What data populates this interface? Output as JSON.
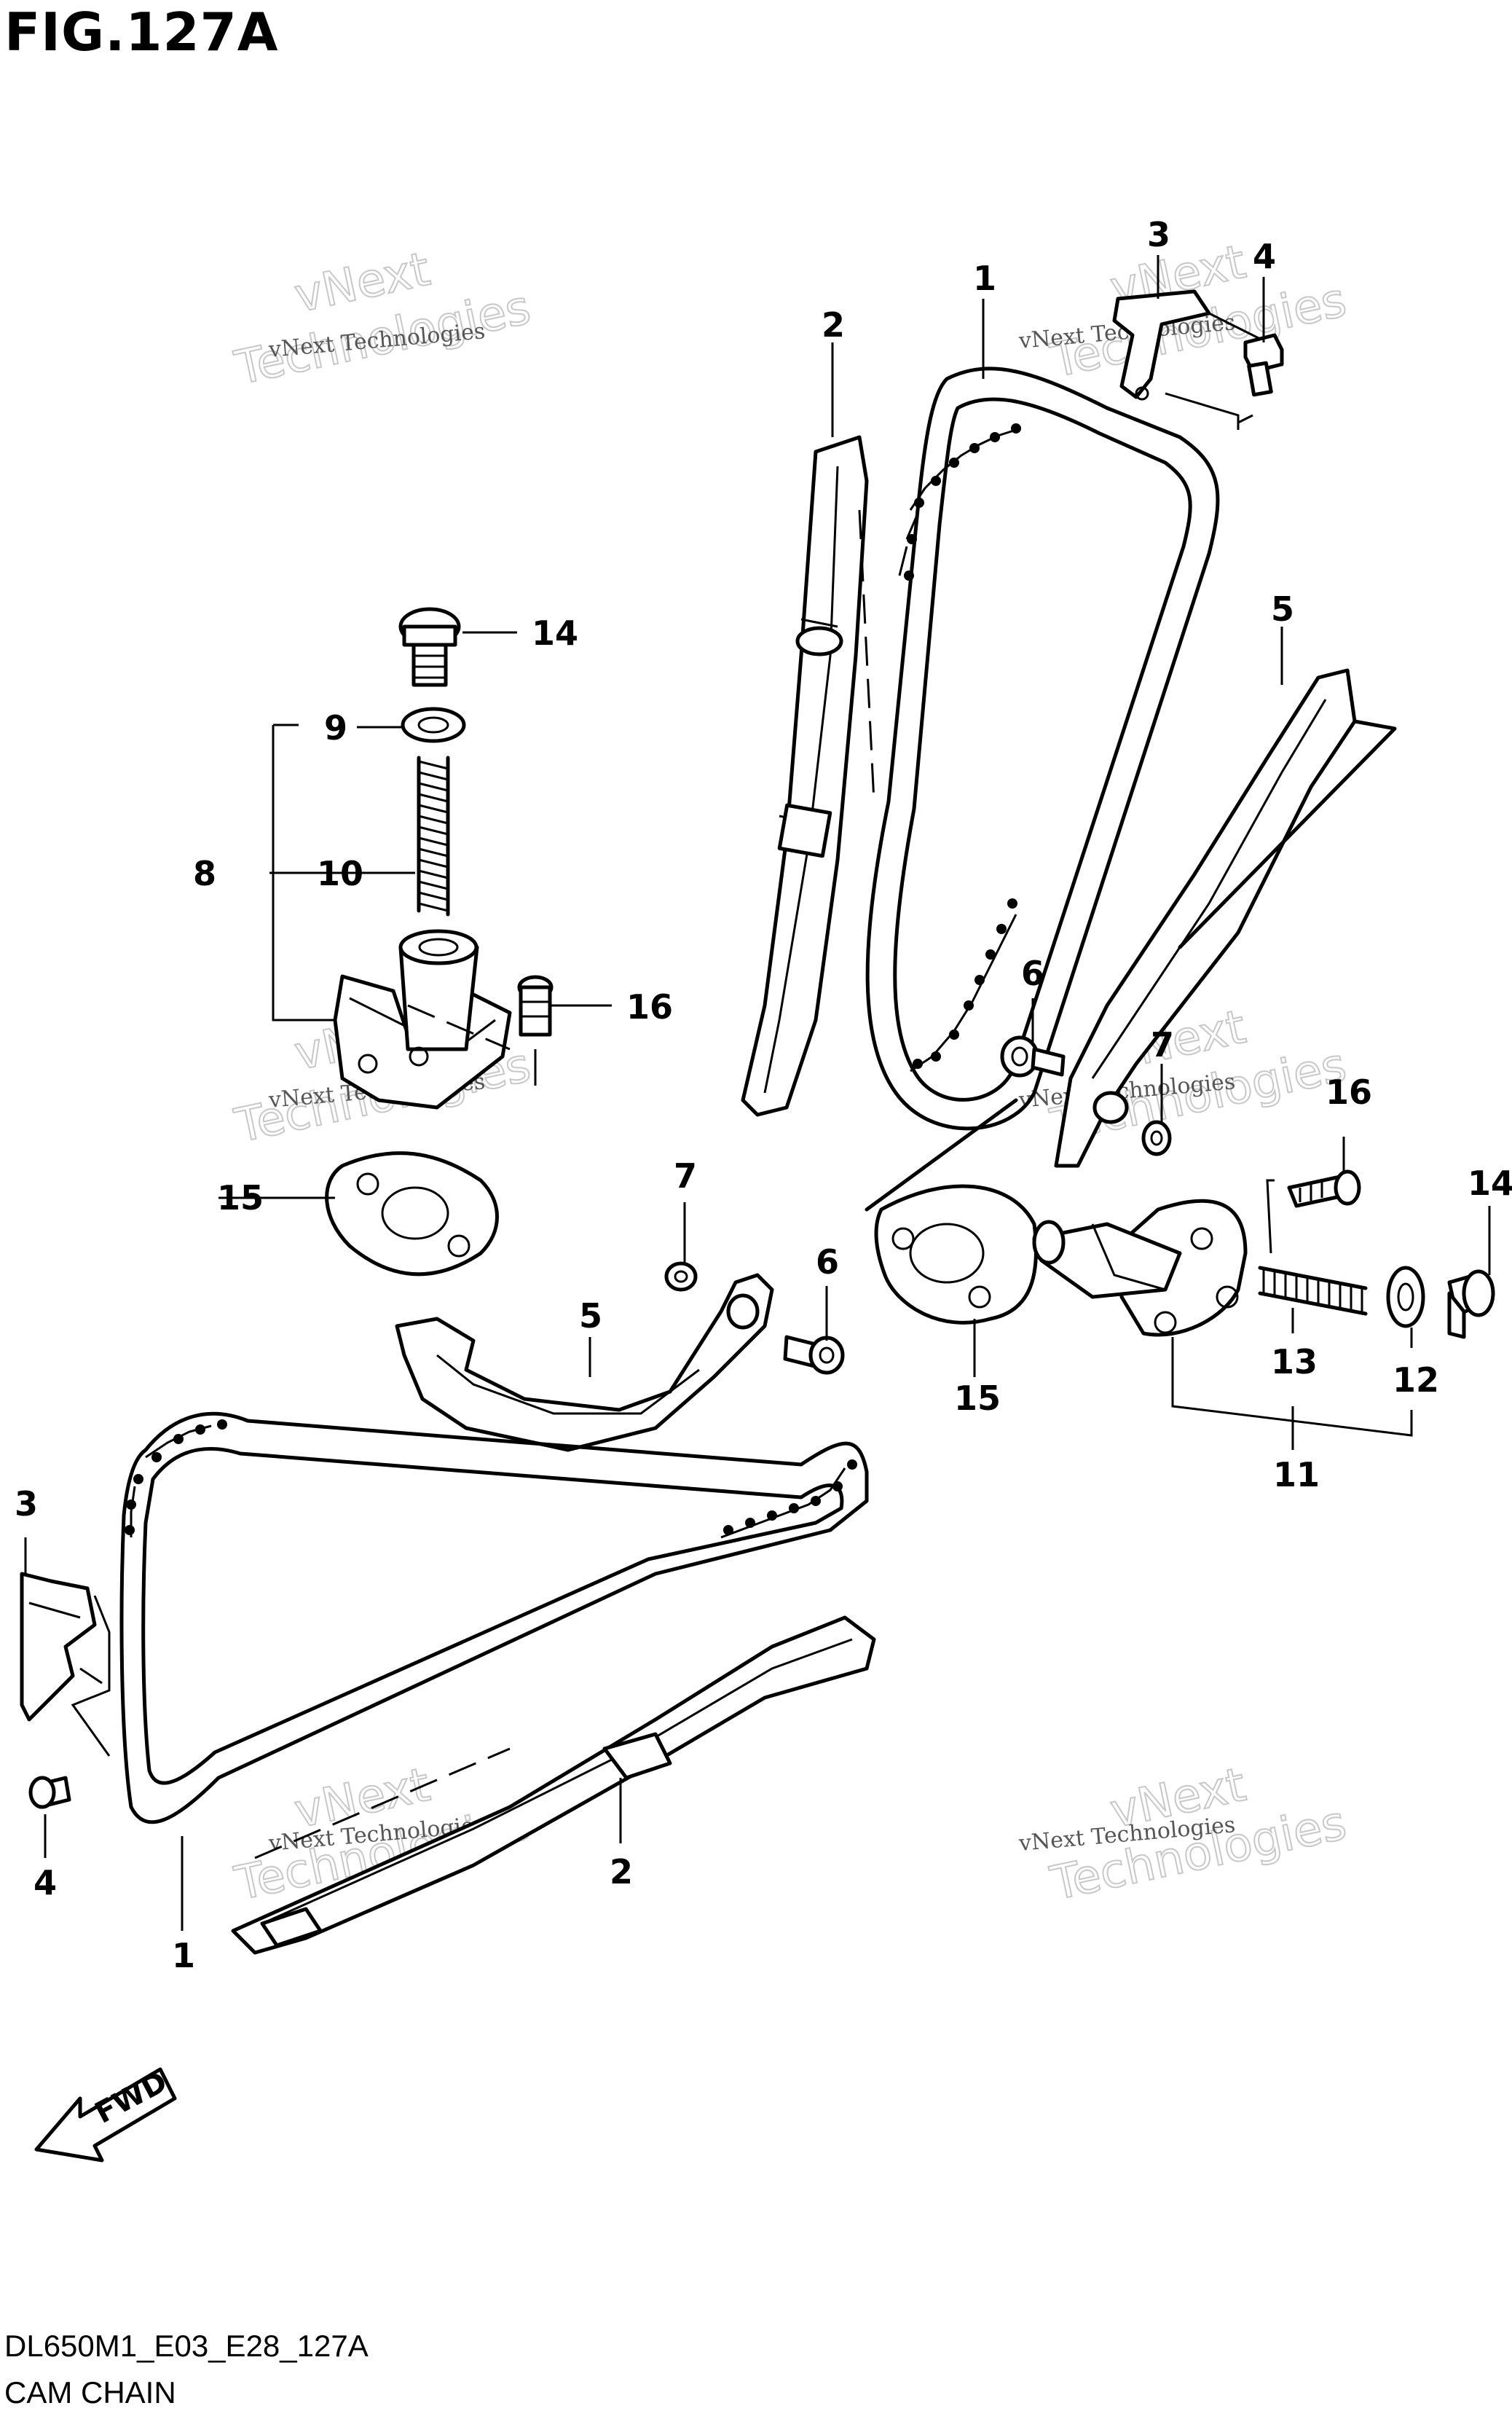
{
  "header": {
    "figure_title": "FIG.127A"
  },
  "footer": {
    "drawing_code": "DL650M1_E03_E28_127A",
    "section_name": "CAM CHAIN"
  },
  "watermark": {
    "line1": "vNext Technologies",
    "line2": "vNext",
    "line3": "Technologies"
  },
  "direction_marker": {
    "label": "FWD"
  },
  "callouts": {
    "c1a": "1",
    "c1b": "1",
    "c2a": "2",
    "c2b": "2",
    "c3a": "3",
    "c3b": "3",
    "c4a": "4",
    "c4b": "4",
    "c5a": "5",
    "c5b": "5",
    "c6a": "6",
    "c6b": "6",
    "c7a": "7",
    "c7b": "7",
    "c8": "8",
    "c9": "9",
    "c10": "10",
    "c11": "11",
    "c12": "12",
    "c13": "13",
    "c14a": "14",
    "c14b": "14",
    "c15a": "15",
    "c15b": "15",
    "c16a": "16",
    "c16b": "16"
  }
}
